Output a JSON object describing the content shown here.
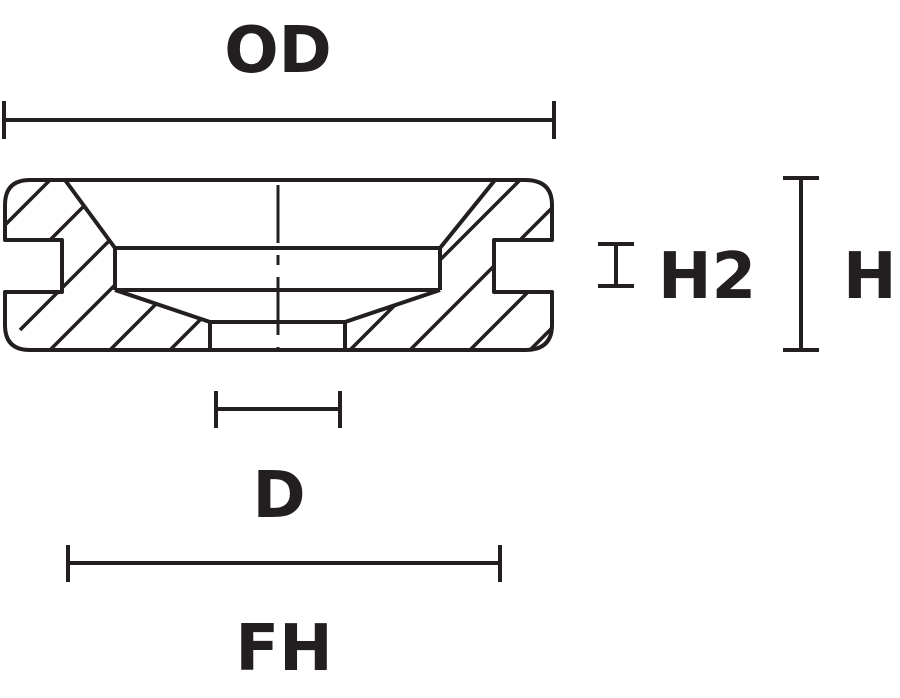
{
  "labels": {
    "od": "OD",
    "h2": "H2",
    "h": "H",
    "d": "D",
    "fh": "FH"
  },
  "colors": {
    "ink": "#231f20",
    "background": "#ffffff"
  }
}
